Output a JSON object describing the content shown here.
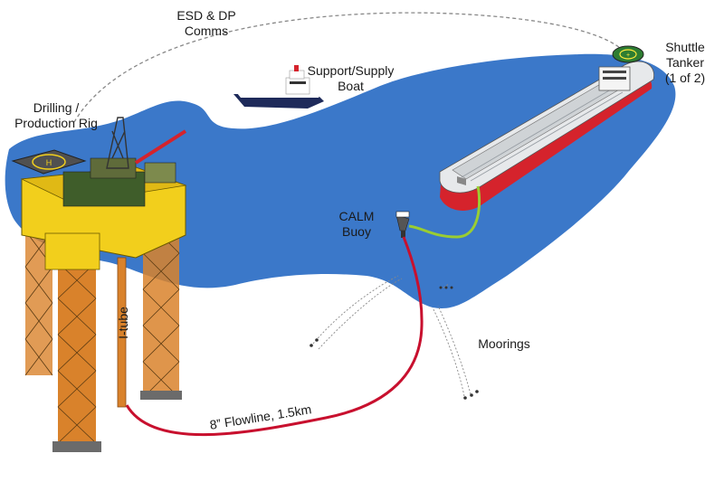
{
  "labels": {
    "esd_line1": "ESD & DP",
    "esd_line2": "Comms",
    "boat_line1": "Support/Supply",
    "boat_line2": "Boat",
    "tanker_line1": "Shuttle",
    "tanker_line2": "Tanker",
    "tanker_line3": "(1 of 2)",
    "rig_line1": "Drilling /",
    "rig_line2": "Production Rig",
    "buoy_line1": "CALM",
    "buoy_line2": "Buoy",
    "moorings": "Moorings",
    "itube": "I-tube",
    "flowline": "8” Flowline, 1.5km"
  },
  "colors": {
    "sea": "#3b78c9",
    "rig_yellow": "#f2cf1c",
    "rig_leg": "#d9822b",
    "flowline_red": "#c8102e",
    "hose_green": "#9acd32",
    "hull_red": "#d5232c",
    "deck_gray": "#cfd3d6",
    "helideck_green": "#2e7d32"
  }
}
